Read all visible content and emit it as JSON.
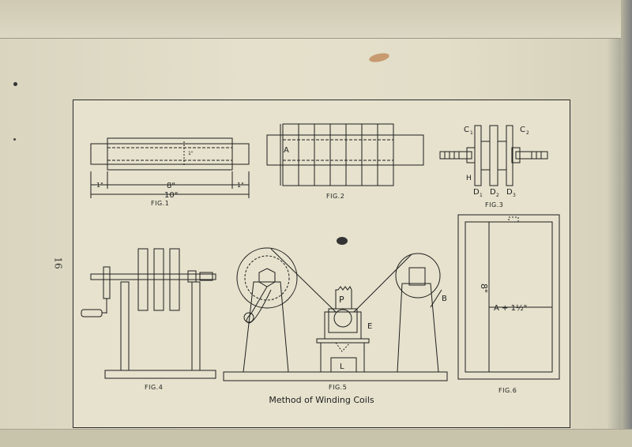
{
  "page_number": "16",
  "caption": "Method of Winding Coils",
  "figures": {
    "fig1": {
      "label": "FIG.1",
      "dim_left": "1\"",
      "dim_mid": "8\"",
      "dim_right": "1\"",
      "dim_total": "10\"",
      "dim_dia": "1\""
    },
    "fig2": {
      "label": "FIG.2",
      "dim_a": "A"
    },
    "fig3": {
      "label": "FIG.3",
      "c1": "C",
      "c1_sub": "1",
      "c2": "C",
      "c2_sub": "2",
      "h": "H",
      "d1": "D",
      "d1_sub": "1",
      "d2": "D",
      "d2_sub": "2",
      "d3": "D",
      "d3_sub": "3"
    },
    "fig4": {
      "label": "FIG.4"
    },
    "fig5": {
      "label": "FIG.5",
      "p": "P",
      "e": "E",
      "l": "L",
      "b": "B"
    },
    "fig6": {
      "label": "FIG.6",
      "dim_height": "8\"",
      "dim_width": "A + 1½\""
    }
  }
}
